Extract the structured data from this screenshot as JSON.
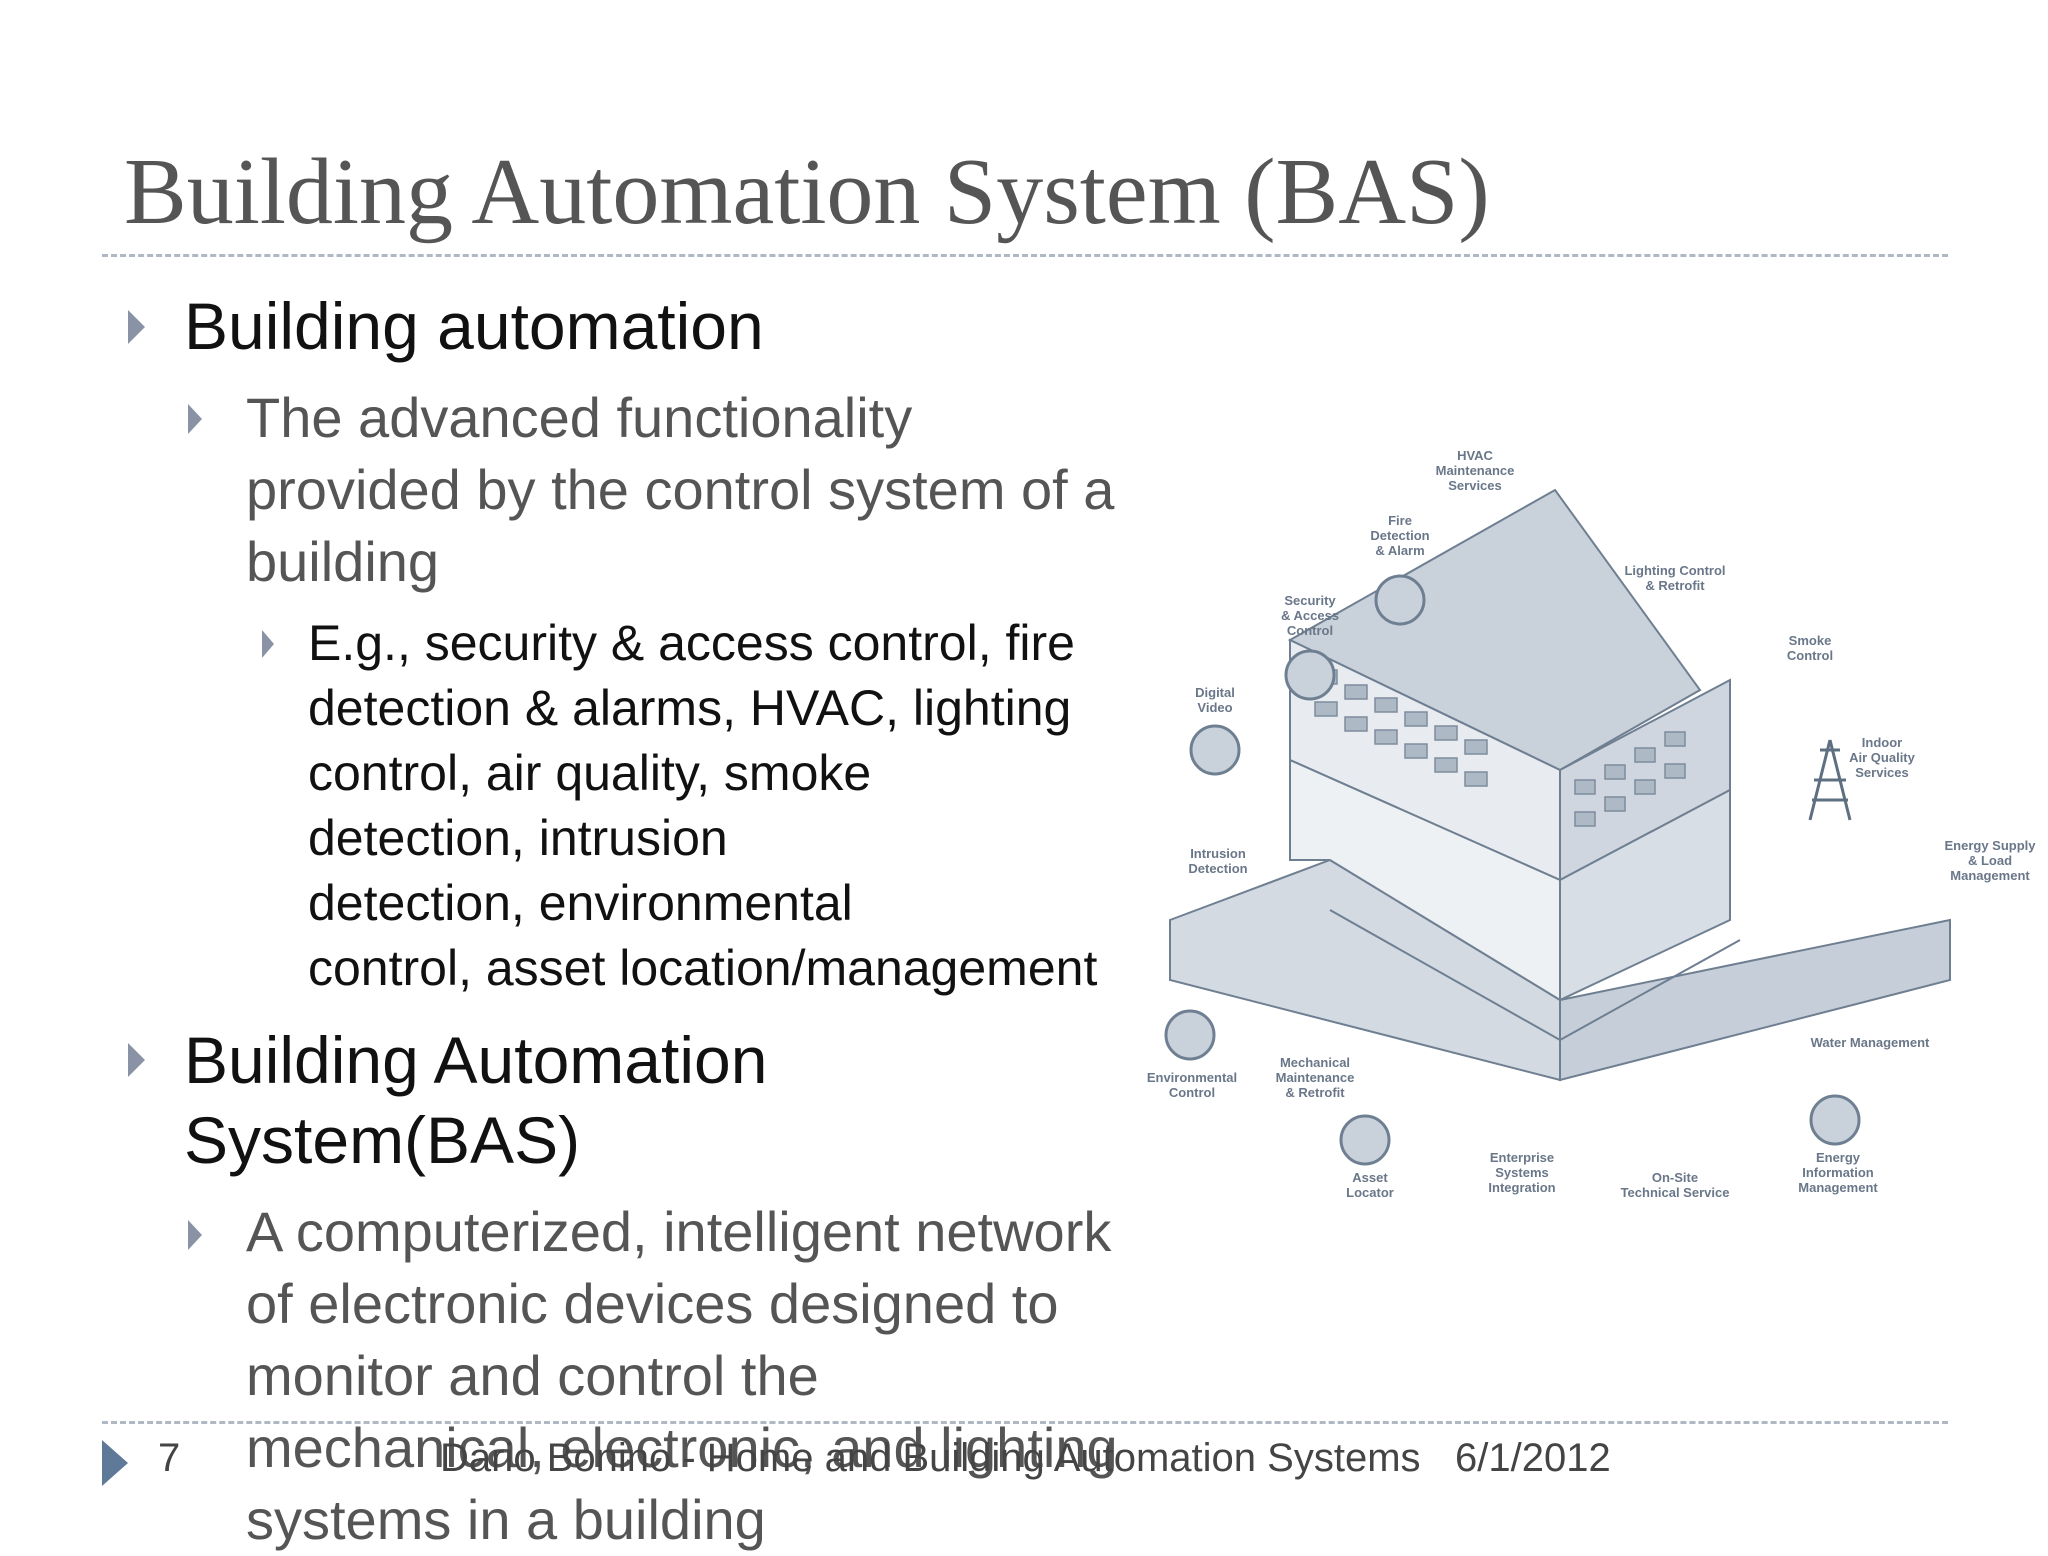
{
  "slide": {
    "title": "Building Automation System (BAS)",
    "bullets": {
      "b1": "Building automation",
      "b1_sub": [
        "The advanced functionality",
        "provided by the control system of a",
        "building"
      ],
      "b1_subsub": [
        "E.g., security & access control, fire",
        "detection & alarms, HVAC, lighting",
        "control, air quality, smoke",
        "detection, intrusion",
        "detection, environmental",
        "control, asset location/management"
      ],
      "b2": [
        "Building Automation",
        "System(BAS)"
      ],
      "b2_sub": [
        "A computerized, intelligent network",
        "of electronic devices designed to",
        "monitor and control the",
        "mechanical, electronic, and lighting",
        "systems in a building"
      ]
    }
  },
  "figure": {
    "labels": {
      "hvac": [
        "HVAC",
        "Maintenance",
        "Services"
      ],
      "fire": [
        "Fire",
        "Detection",
        "& Alarm"
      ],
      "lighting": [
        "Lighting Control",
        "& Retrofit"
      ],
      "security": [
        "Security",
        "& Access",
        "Control"
      ],
      "smoke": [
        "Smoke",
        "Control"
      ],
      "digital": [
        "Digital",
        "Video"
      ],
      "indoor": [
        "Indoor",
        "Air Quality",
        "Services"
      ],
      "energy_supply": [
        "Energy Supply",
        "& Load",
        "Management"
      ],
      "intrusion": [
        "Intrusion",
        "Detection"
      ],
      "water": [
        "Water Management"
      ],
      "mechanical": [
        "Mechanical",
        "Maintenance",
        "& Retrofit"
      ],
      "environmental": [
        "Environmental",
        "Control"
      ],
      "asset": [
        "Asset",
        "Locator"
      ],
      "enterprise": [
        "Enterprise",
        "Systems",
        "Integration"
      ],
      "onsite": [
        "On-Site",
        "Technical Service"
      ],
      "energy_info": [
        "Energy",
        "Information",
        "Management"
      ]
    }
  },
  "footer": {
    "page_number": "7",
    "author_title": "Dario Bonino - Home and Building Automation Systems",
    "date": "6/1/2012"
  }
}
